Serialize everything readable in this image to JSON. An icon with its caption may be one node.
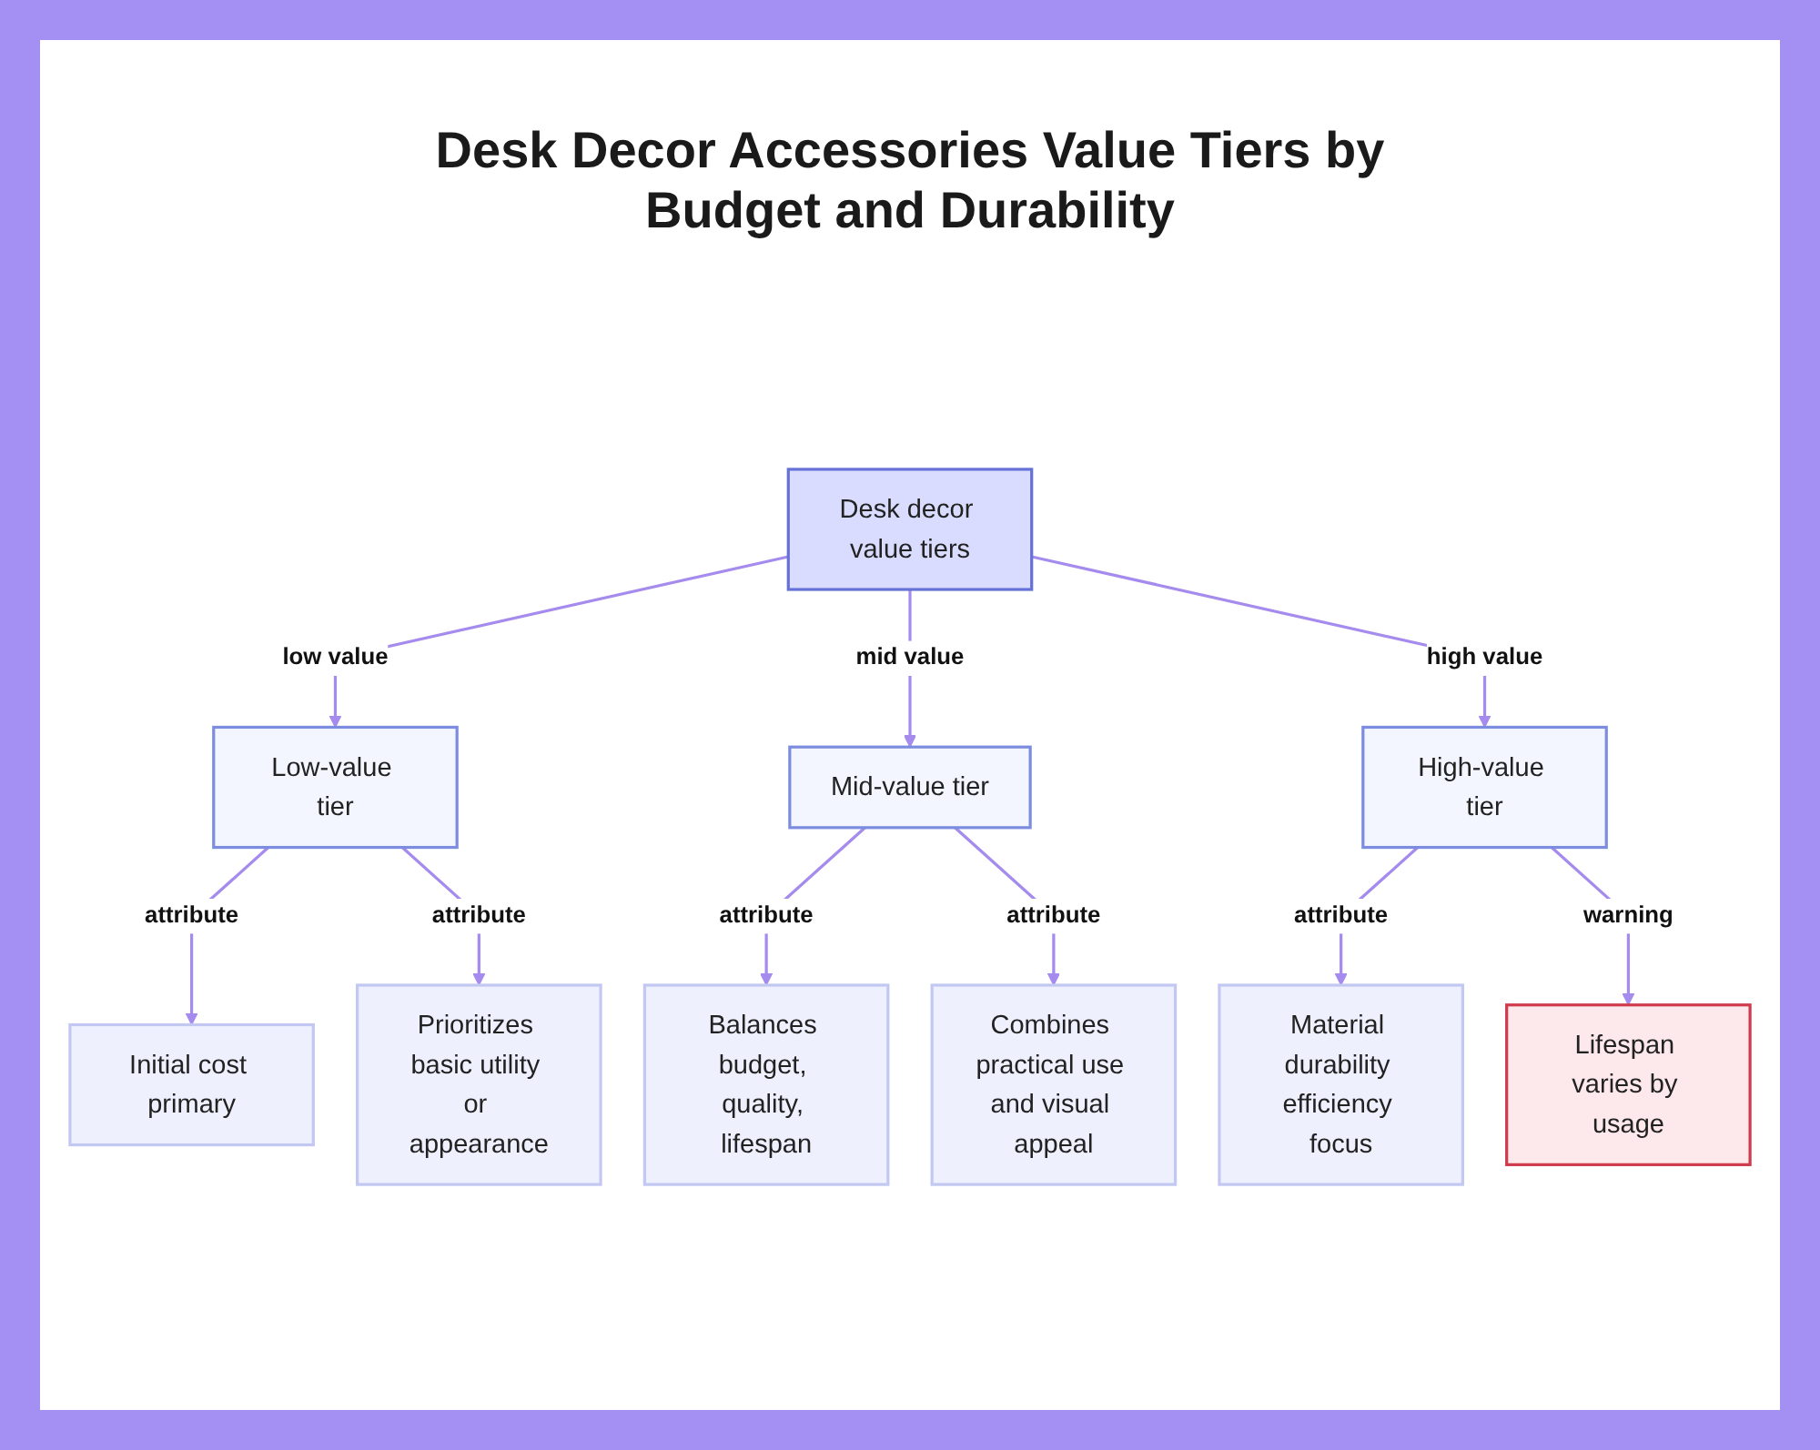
{
  "diagram": {
    "title": "Desk Decor Accessories Value Tiers by Budget and Durability",
    "nodes": [
      {
        "text": [
          "Desk decor value tiers"
        ]
      },
      {
        "text": [
          "Low-value tier"
        ]
      },
      {
        "text": [
          "Mid-value tier"
        ]
      },
      {
        "text": [
          "High-value tier"
        ]
      },
      {
        "text": [
          "Initial cost primary"
        ]
      },
      {
        "text": [
          "Prioritizes basic utility or appearance"
        ]
      },
      {
        "text": [
          "Balances budget, quality, lifespan"
        ]
      },
      {
        "text": [
          "Combines practical use and visual appeal"
        ]
      },
      {
        "text": [
          "Material durability efficiency focus"
        ]
      },
      {
        "text": [
          "Lifespan varies by usage"
        ]
      }
    ],
    "edges": [
      {
        "from": 0,
        "to": 1,
        "arrow": "to",
        "label": "low value"
      },
      {
        "from": 0,
        "to": 2,
        "arrow": "to",
        "label": "mid value"
      },
      {
        "from": 0,
        "to": 3,
        "arrow": "to",
        "label": "high value"
      },
      {
        "from": 1,
        "to": 4,
        "arrow": "to",
        "label": "attribute"
      },
      {
        "from": 1,
        "to": 5,
        "arrow": "to",
        "label": "attribute"
      },
      {
        "from": 2,
        "to": 6,
        "arrow": "to",
        "label": "attribute"
      },
      {
        "from": 2,
        "to": 7,
        "arrow": "to",
        "label": "attribute"
      },
      {
        "from": 3,
        "to": 8,
        "arrow": "to",
        "label": "attribute"
      },
      {
        "from": 3,
        "to": 9,
        "arrow": "to",
        "label": "warning"
      }
    ]
  }
}
